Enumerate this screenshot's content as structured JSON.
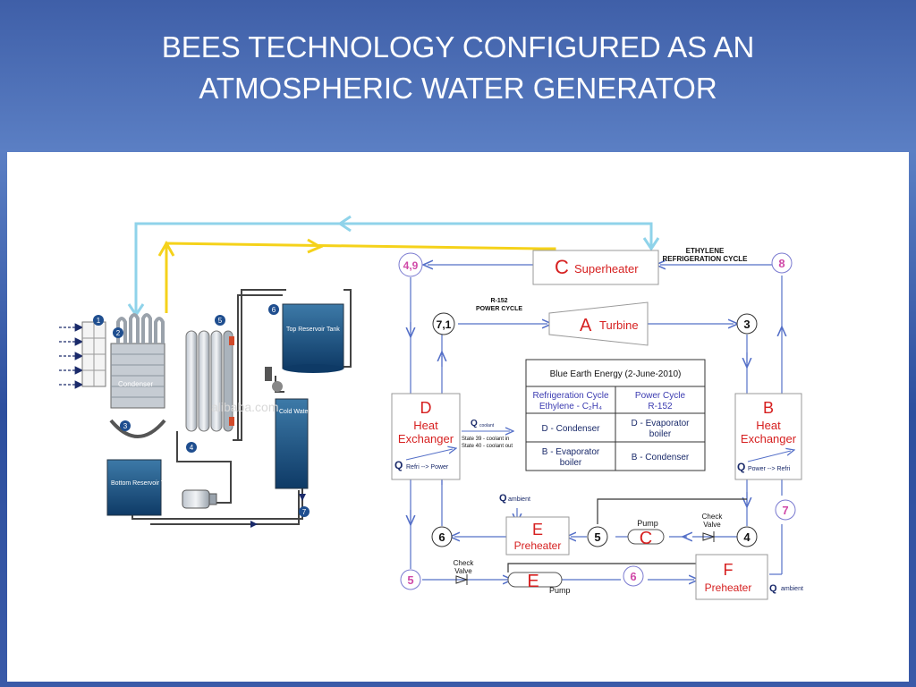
{
  "slide": {
    "title_line1": "BEES TECHNOLOGY CONFIGURED AS AN",
    "title_line2": "ATMOSPHERIC WATER GENERATOR"
  },
  "left_diagram": {
    "condenser_label": "Condenser",
    "bottom_tank_label": "Bottom Reservoir Tank",
    "top_tank_label": "Top Reservoir Tank",
    "cold_tank_label": "Cold Water Tank",
    "watermark": "alibaba.com",
    "markers": [
      "1",
      "2",
      "3",
      "4",
      "5",
      "6",
      "7"
    ]
  },
  "cycle": {
    "ethylene_label_l1": "ETHYLENE",
    "ethylene_label_l2": "REFRIGERATION CYCLE",
    "r152_label_l1": "R-152",
    "r152_label_l2": "POWER CYCLE",
    "superheater_letter": "C",
    "superheater_label": "Superheater",
    "turbine_letter": "A",
    "turbine_label": "Turbine",
    "hx_d_letter": "D",
    "hx_d_label_l1": "Heat",
    "hx_d_label_l2": "Exchanger",
    "hx_d_q": "Q",
    "hx_d_q_sub": "Refri --> Power",
    "hx_b_letter": "B",
    "hx_b_label_l1": "Heat",
    "hx_b_label_l2": "Exchanger",
    "hx_b_q": "Q",
    "hx_b_q_sub": "Power --> Refri",
    "q_coolant": "Q",
    "q_coolant_sub": "coolant",
    "state39": "State 39 - coolant in",
    "state40": "State 40 - coolant out",
    "preheater_e_letter": "E",
    "preheater_e_label": "Preheater",
    "q_ambient_top": "Q",
    "q_ambient_top_sub": "ambient",
    "pump_c_letter": "C",
    "pump_c_label": "Pump",
    "check_valve_r_l1": "Check",
    "check_valve_r_l2": "Valve",
    "check_valve_l_l1": "Check",
    "check_valve_l_l2": "Valve",
    "pump_e_letter": "E",
    "pump_e_label": "Pump",
    "preheater_f_letter": "F",
    "preheater_f_label": "Preheater",
    "q_ambient_bottom": "Q",
    "q_ambient_bottom_sub": "ambient",
    "nodes": {
      "n49": "4,9",
      "n8": "8",
      "n71": "7,1",
      "n3": "3",
      "n6a": "6",
      "n5a": "5",
      "n4": "4",
      "n7": "7",
      "n5b": "5",
      "n6b": "6"
    }
  },
  "table": {
    "header": "Blue Earth Energy (2-June-2010)",
    "col1_l1": "Refrigeration Cycle",
    "col1_l2": "Ethylene - C₂H₄",
    "col2_l1": "Power Cycle",
    "col2_l2": "R-152",
    "r1c1": "D - Condenser",
    "r1c2_l1": "D - Evaporator",
    "r1c2_l2": "boiler",
    "r2c1_l1": "B - Evaporator",
    "r2c1_l2": "boiler",
    "r2c2": "B - Condenser"
  }
}
